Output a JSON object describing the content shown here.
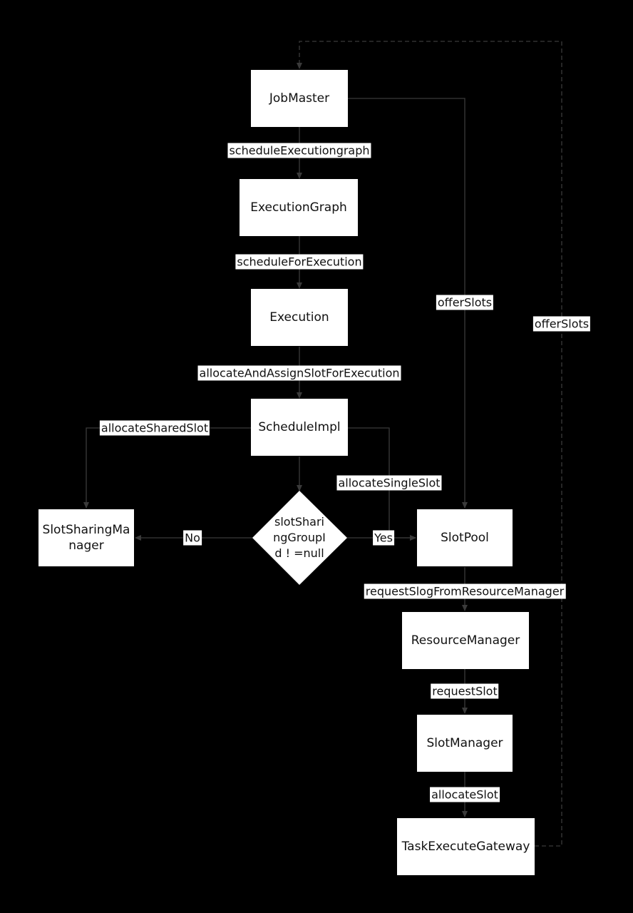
{
  "colors": {
    "background": "#000000",
    "node_fill": "#ffffff",
    "edge_stroke": "#3a3a3a",
    "text": "#111111"
  },
  "nodes": {
    "jobmaster": "JobMaster",
    "executiongraph": "ExecutionGraph",
    "execution": "Execution",
    "scheduleimpl": "ScheduleImpl",
    "decision": "slotShari\nngGroupI\nd ! =null",
    "slotsharingmanager": "SlotSharingMa\nnager",
    "slotpool": "SlotPool",
    "resourcemanager": "ResourceManager",
    "slotmanager": "SlotManager",
    "taskexecutegateway": "TaskExecuteGateway"
  },
  "edges": {
    "schedule_execution_graph": "scheduleExecutiongraph",
    "schedule_for_execution": "scheduleForExecution",
    "allocate_and_assign": "allocateAndAssignSlotForExecution",
    "allocate_shared_slot": "allocateSharedSlot",
    "allocate_single_slot": "allocateSingleSlot",
    "decision_no": "No",
    "decision_yes": "Yes",
    "offer_slots_pool": "offerSlots",
    "offer_slots_feedback": "offerSlots",
    "request_slot_from_rm": "requestSlogFromResourceManager",
    "request_slot": "requestSlot",
    "allocate_slot": "allocateSlot"
  }
}
